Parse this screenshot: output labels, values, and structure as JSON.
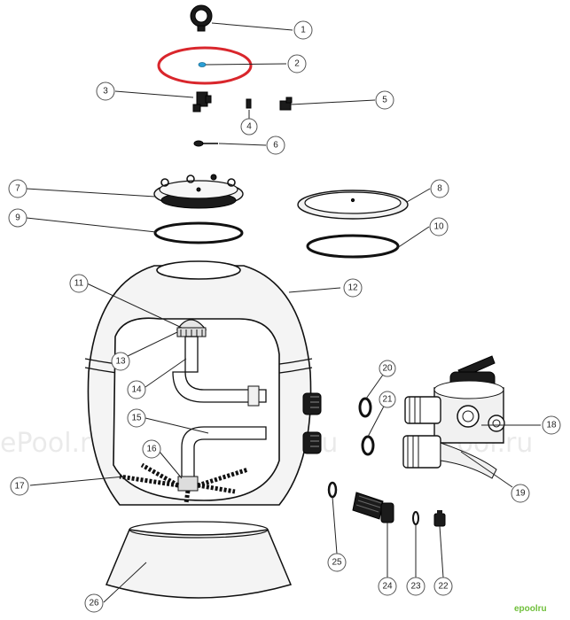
{
  "callouts": [
    {
      "id": "1",
      "label": "1"
    },
    {
      "id": "2",
      "label": "2"
    },
    {
      "id": "3",
      "label": "3"
    },
    {
      "id": "4",
      "label": "4"
    },
    {
      "id": "5",
      "label": "5"
    },
    {
      "id": "6",
      "label": "6"
    },
    {
      "id": "7",
      "label": "7"
    },
    {
      "id": "8",
      "label": "8"
    },
    {
      "id": "9",
      "label": "9"
    },
    {
      "id": "10",
      "label": "10"
    },
    {
      "id": "11",
      "label": "11"
    },
    {
      "id": "12",
      "label": "12"
    },
    {
      "id": "13",
      "label": "13"
    },
    {
      "id": "14",
      "label": "14"
    },
    {
      "id": "15",
      "label": "15"
    },
    {
      "id": "16",
      "label": "16"
    },
    {
      "id": "17",
      "label": "17"
    },
    {
      "id": "18",
      "label": "18"
    },
    {
      "id": "19",
      "label": "19"
    },
    {
      "id": "20",
      "label": "20"
    },
    {
      "id": "21",
      "label": "21"
    },
    {
      "id": "22",
      "label": "22"
    },
    {
      "id": "23",
      "label": "23"
    },
    {
      "id": "24",
      "label": "24"
    },
    {
      "id": "25",
      "label": "25"
    },
    {
      "id": "26",
      "label": "26"
    }
  ],
  "watermark": {
    "text_left": "ePool.ru",
    "text_center": "ePool.ru",
    "text_right": "ePool.ru"
  },
  "brand": {
    "text": "epoolru"
  },
  "colors": {
    "highlight": "#d9262c",
    "callout_2": "#1f9bd1",
    "brand": "#6fbf3a"
  }
}
